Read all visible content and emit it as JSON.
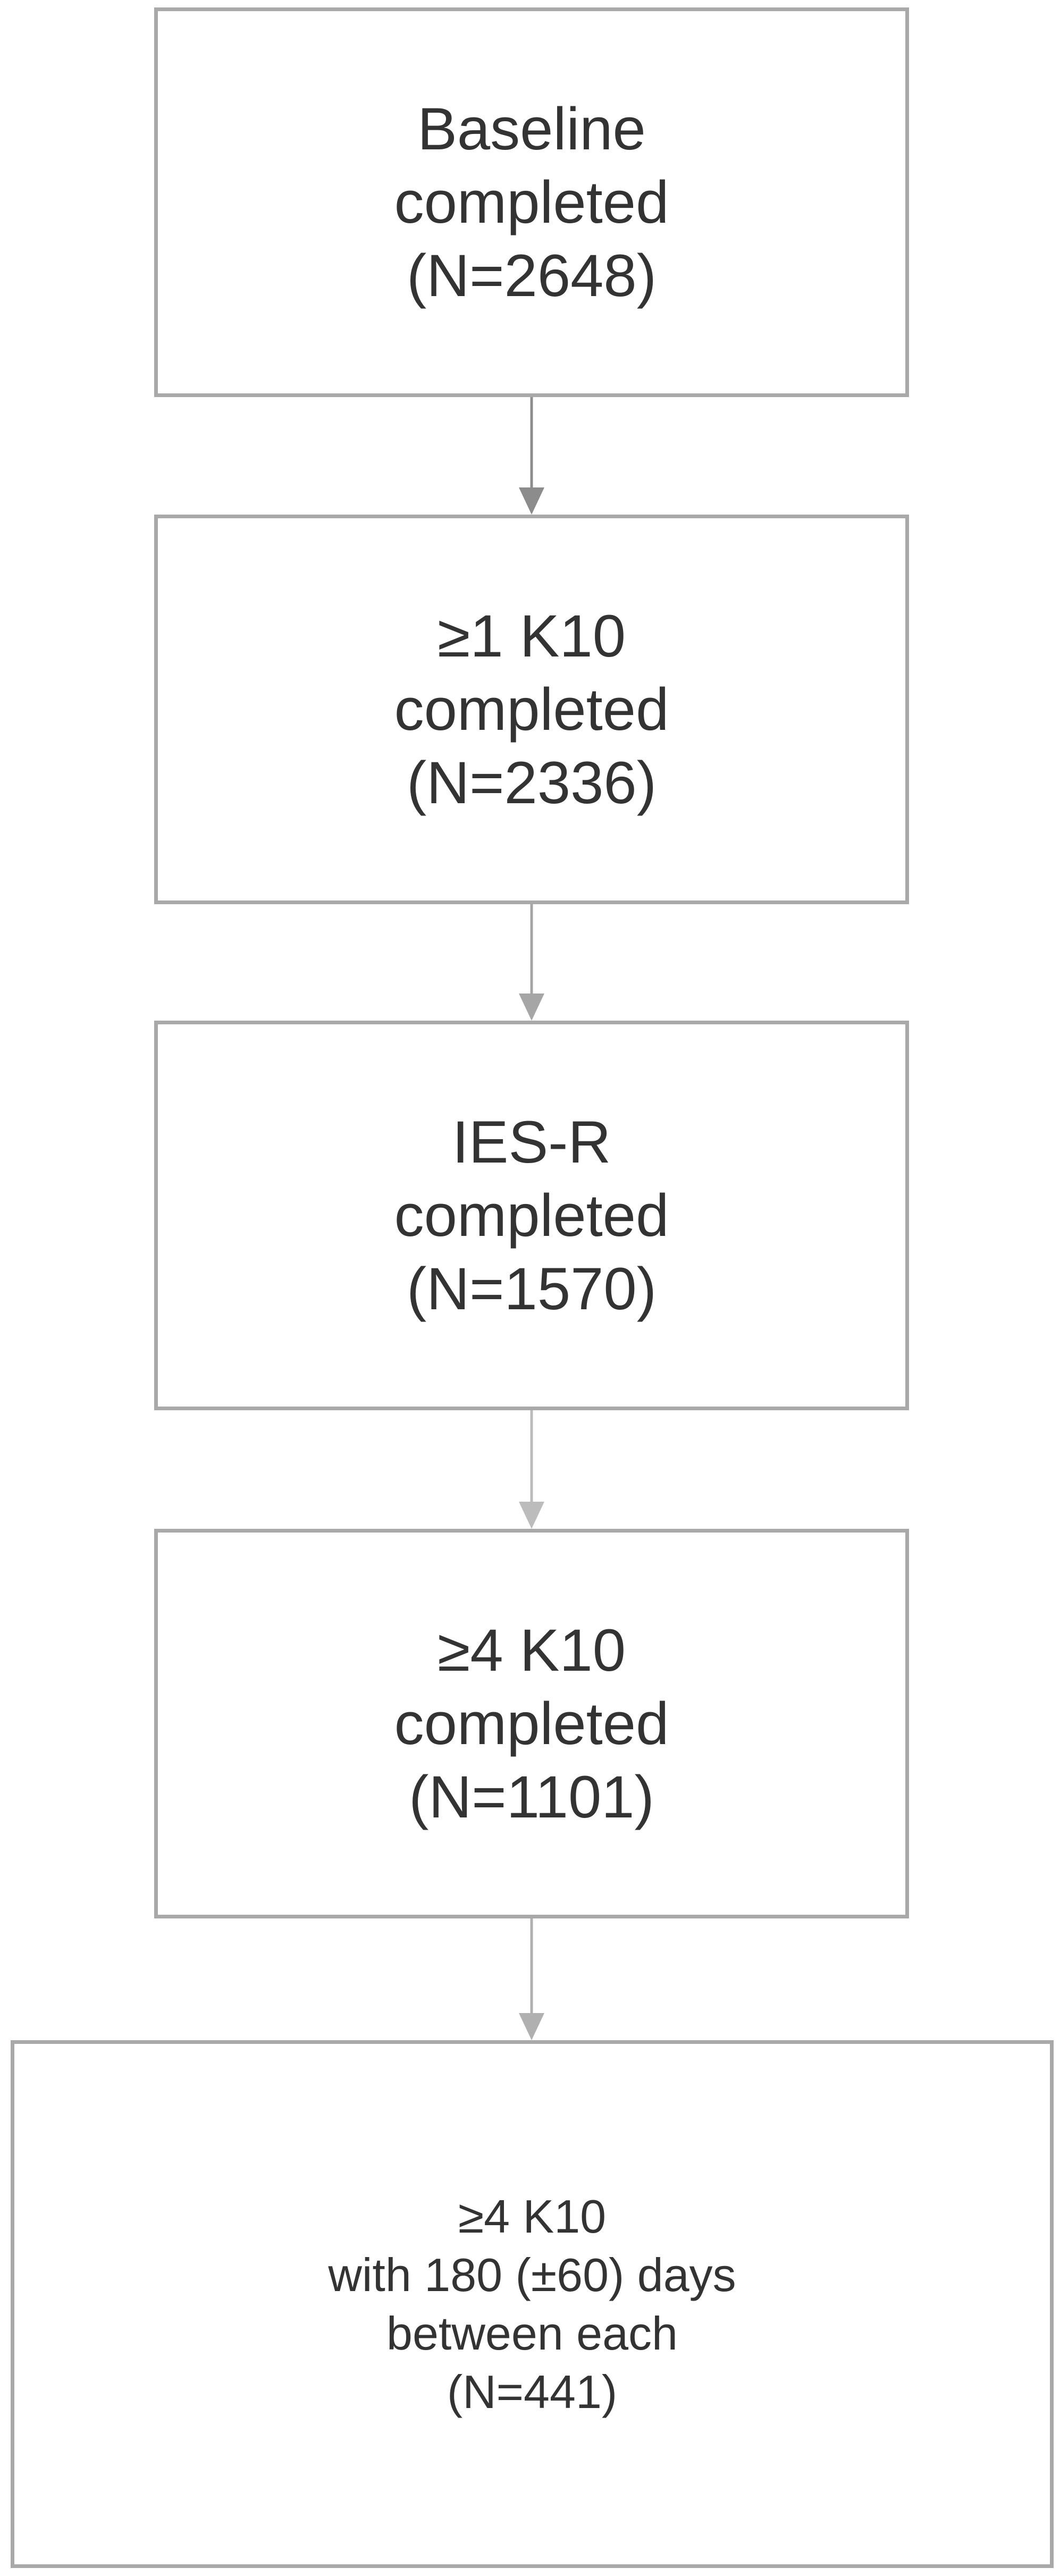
{
  "flowchart": {
    "steps": [
      {
        "lines": [
          "Baseline",
          "completed",
          "(N=2648)"
        ]
      },
      {
        "lines": [
          "≥1 K10",
          "completed",
          "(N=2336)"
        ]
      },
      {
        "lines": [
          "IES-R",
          "completed",
          "(N=1570)"
        ]
      },
      {
        "lines": [
          "≥4 K10",
          "completed",
          "(N=1101)"
        ]
      },
      {
        "lines": [
          "≥4 K10",
          "with 180 (±60) days",
          "between each",
          "(N=441)"
        ]
      }
    ],
    "colors": {
      "box_border": "#a9a9a9",
      "text": "#333333",
      "arrows": [
        "#8c8c8c",
        "#a6a6a6",
        "#bcbcbc",
        "#b0b0b0"
      ]
    }
  }
}
